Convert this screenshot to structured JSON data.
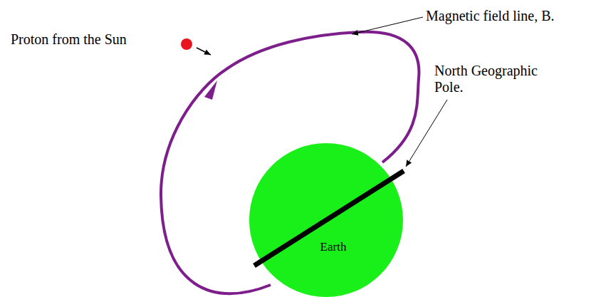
{
  "diagram": {
    "nodes": [
      {
        "text": [
          "Earth"
        ]
      }
    ],
    "labels": [
      "Proton from the Sun",
      "Magnetic field line, B.",
      "North Geographic Pole."
    ]
  }
}
